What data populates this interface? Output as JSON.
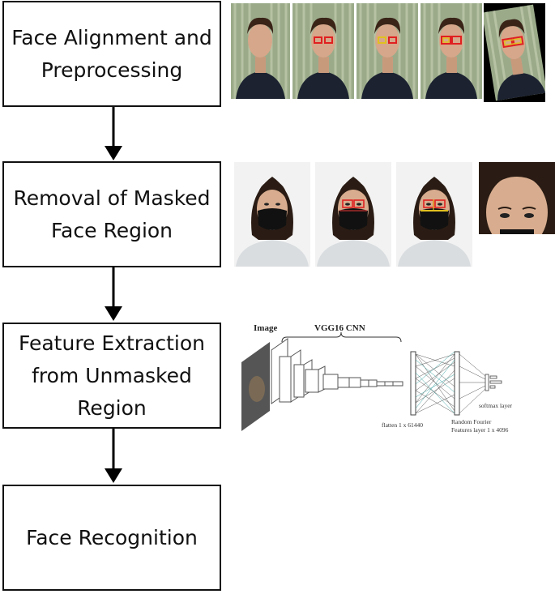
{
  "steps": [
    {
      "label": "Face Alignment and\nPreprocessing"
    },
    {
      "label": "Removal of Masked\nFace Region"
    },
    {
      "label": "Feature Extraction\nfrom Unmasked\nRegion"
    },
    {
      "label": "Face Recognition"
    }
  ],
  "cnn_diagram": {
    "image_label": "Image",
    "cnn_label": "VGG16 CNN",
    "flatten_label": "flatten 1 x 61440",
    "rff_label_line1": "Random Fourier",
    "rff_label_line2": "Features layer 1 x 4096",
    "softmax_label": "softmax layer"
  },
  "colors": {
    "box_border": "#111111",
    "arrow": "#000000",
    "eye_box_red": "#e02020",
    "eye_box_yellow": "#e0c020",
    "mask": "#111111"
  },
  "icons": [
    "male-face-photo",
    "female-masked-face-photo",
    "cropped-upper-face-photo"
  ]
}
